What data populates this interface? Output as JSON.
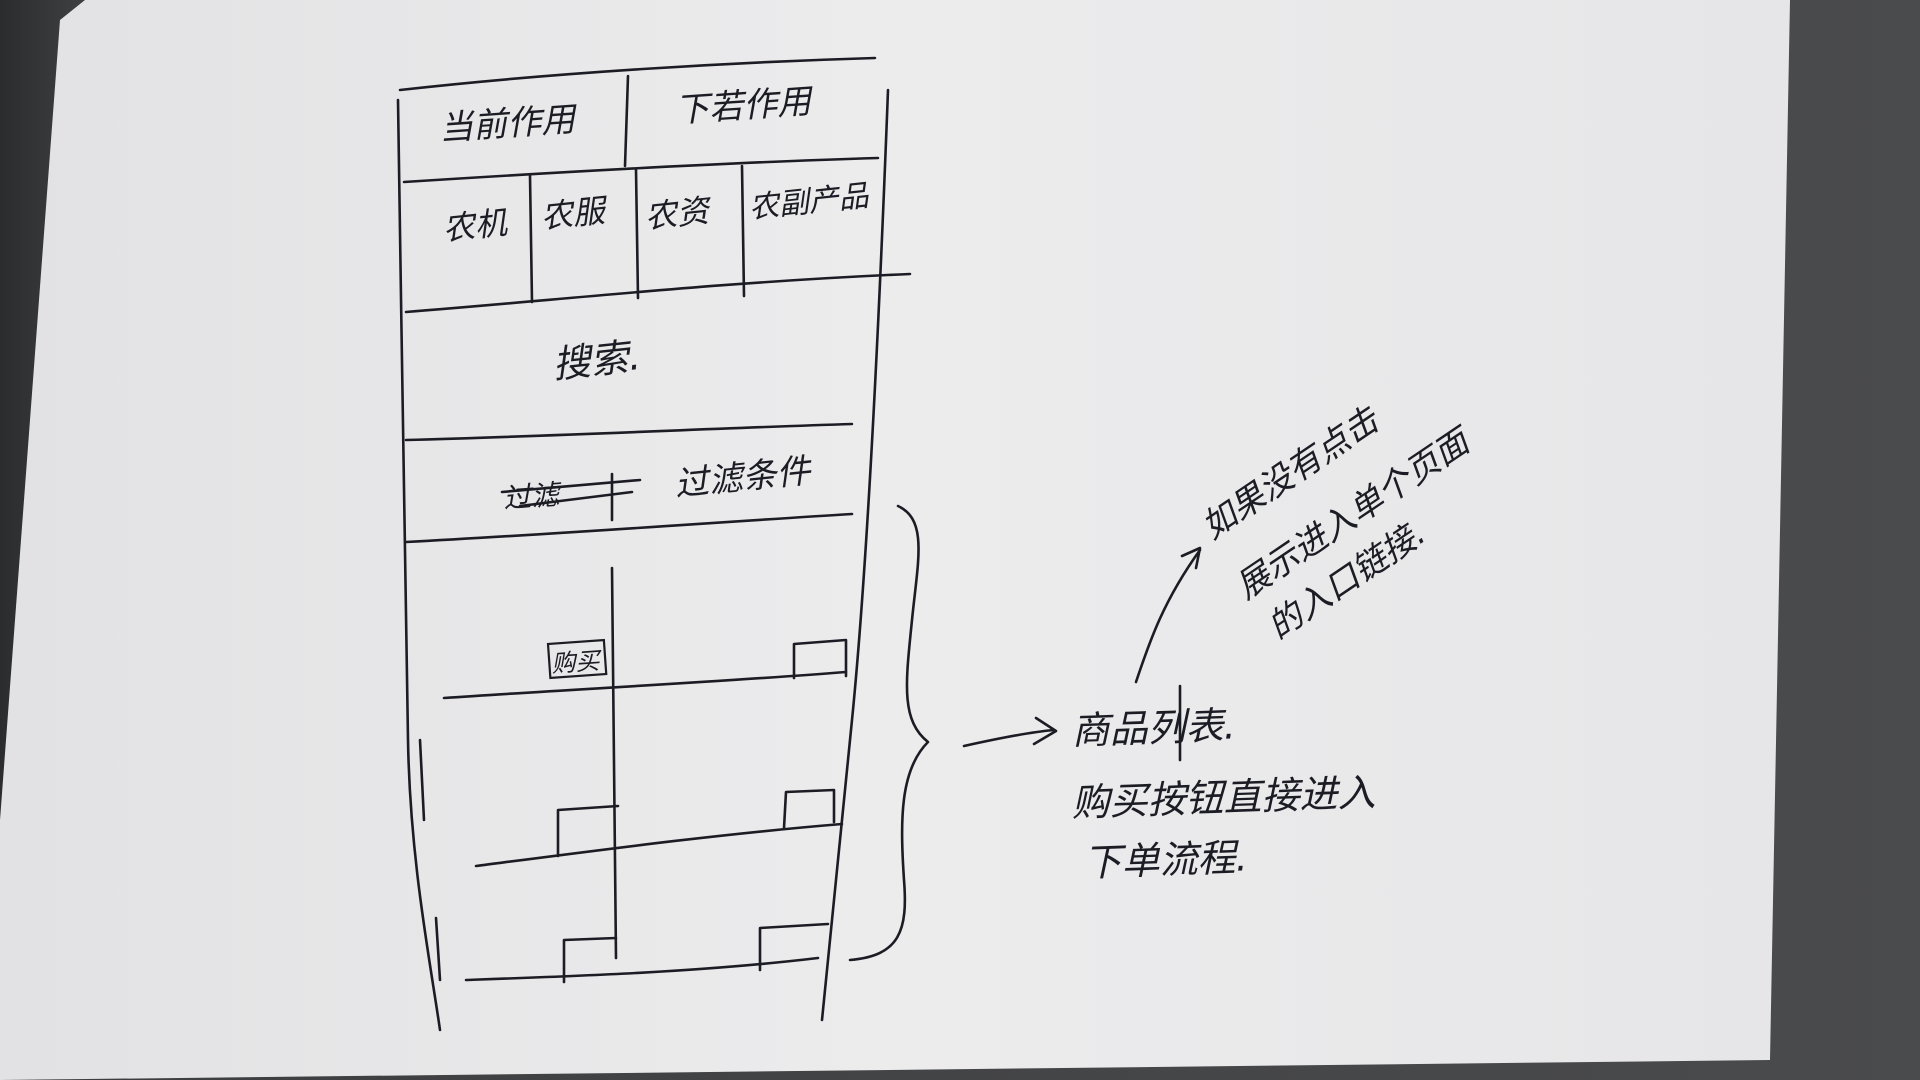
{
  "wireframe": {
    "header_left": "当前作用",
    "header_right": "下若作用",
    "categories": [
      "农机",
      "农服",
      "农资",
      "农副产品"
    ],
    "search_label": "搜索.",
    "filter_label": "过滤条件",
    "filter_struck_label": "过滤",
    "buy_button": "购买"
  },
  "annotations": {
    "list_title": "商品列表.",
    "list_note_1": "购买按钮直接进入",
    "list_note_2": "下单流程.",
    "side_note_1": "如果没有点击",
    "side_note_2": "展示进入单个页面",
    "side_note_3": "的入口链接."
  },
  "colors": {
    "ink": "#1c1c24",
    "paper": "#e9e9ea",
    "background": "#3a3b3d"
  }
}
